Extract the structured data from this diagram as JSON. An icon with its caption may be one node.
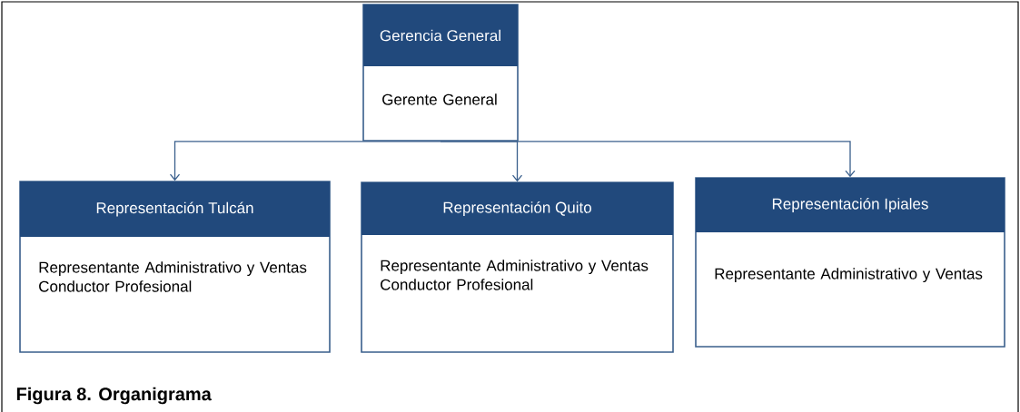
{
  "diagram": {
    "caption": "Figura 8. Organigrama",
    "nodes": [
      {
        "text": [
          "Gerencia General",
          "Gerente General"
        ]
      },
      {
        "text": [
          "Representación Tulcán",
          "Representante Administrativo y Ventas",
          "Conductor Profesional"
        ]
      },
      {
        "text": [
          "Representación Quito",
          "Representante Administrativo y Ventas",
          "Conductor Profesional"
        ]
      },
      {
        "text": [
          "Representación Ipiales",
          "Representante Administrativo y Ventas"
        ]
      }
    ],
    "edges": [
      {
        "from": 0,
        "to": 1,
        "arrow": "to"
      },
      {
        "from": 0,
        "to": 2,
        "arrow": "to"
      },
      {
        "from": 0,
        "to": 3,
        "arrow": "to"
      }
    ]
  }
}
